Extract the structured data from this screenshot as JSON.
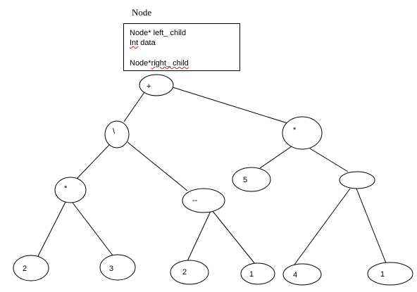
{
  "struct": {
    "title": "Node",
    "left_field": "Node* left_ child",
    "data_field_type": "Int",
    "data_field_name": " data",
    "right_field_prefix": "Node*",
    "right_field_name": "right_ child"
  },
  "tree": {
    "nodes": [
      {
        "id": "plus",
        "label": "+"
      },
      {
        "id": "backslash",
        "label": "\\"
      },
      {
        "id": "star-right",
        "label": "*"
      },
      {
        "id": "star-left",
        "label": "*"
      },
      {
        "id": "minus",
        "label": "--"
      },
      {
        "id": "five",
        "label": "5"
      },
      {
        "id": "blank",
        "label": ""
      },
      {
        "id": "two-a",
        "label": "2"
      },
      {
        "id": "three",
        "label": "3"
      },
      {
        "id": "two-b",
        "label": "2"
      },
      {
        "id": "one-a",
        "label": "1"
      },
      {
        "id": "four",
        "label": "4"
      },
      {
        "id": "one-b",
        "label": "1"
      }
    ],
    "edges": [
      [
        "plus",
        "backslash"
      ],
      [
        "plus",
        "star-right"
      ],
      [
        "backslash",
        "star-left"
      ],
      [
        "backslash",
        "minus"
      ],
      [
        "star-right",
        "five"
      ],
      [
        "star-right",
        "blank"
      ],
      [
        "star-left",
        "two-a"
      ],
      [
        "star-left",
        "three"
      ],
      [
        "minus",
        "two-b"
      ],
      [
        "minus",
        "one-a"
      ],
      [
        "blank",
        "four"
      ],
      [
        "blank",
        "one-b"
      ]
    ]
  },
  "colors": {
    "stroke": "#000000",
    "spellcheck": "#d02020"
  }
}
